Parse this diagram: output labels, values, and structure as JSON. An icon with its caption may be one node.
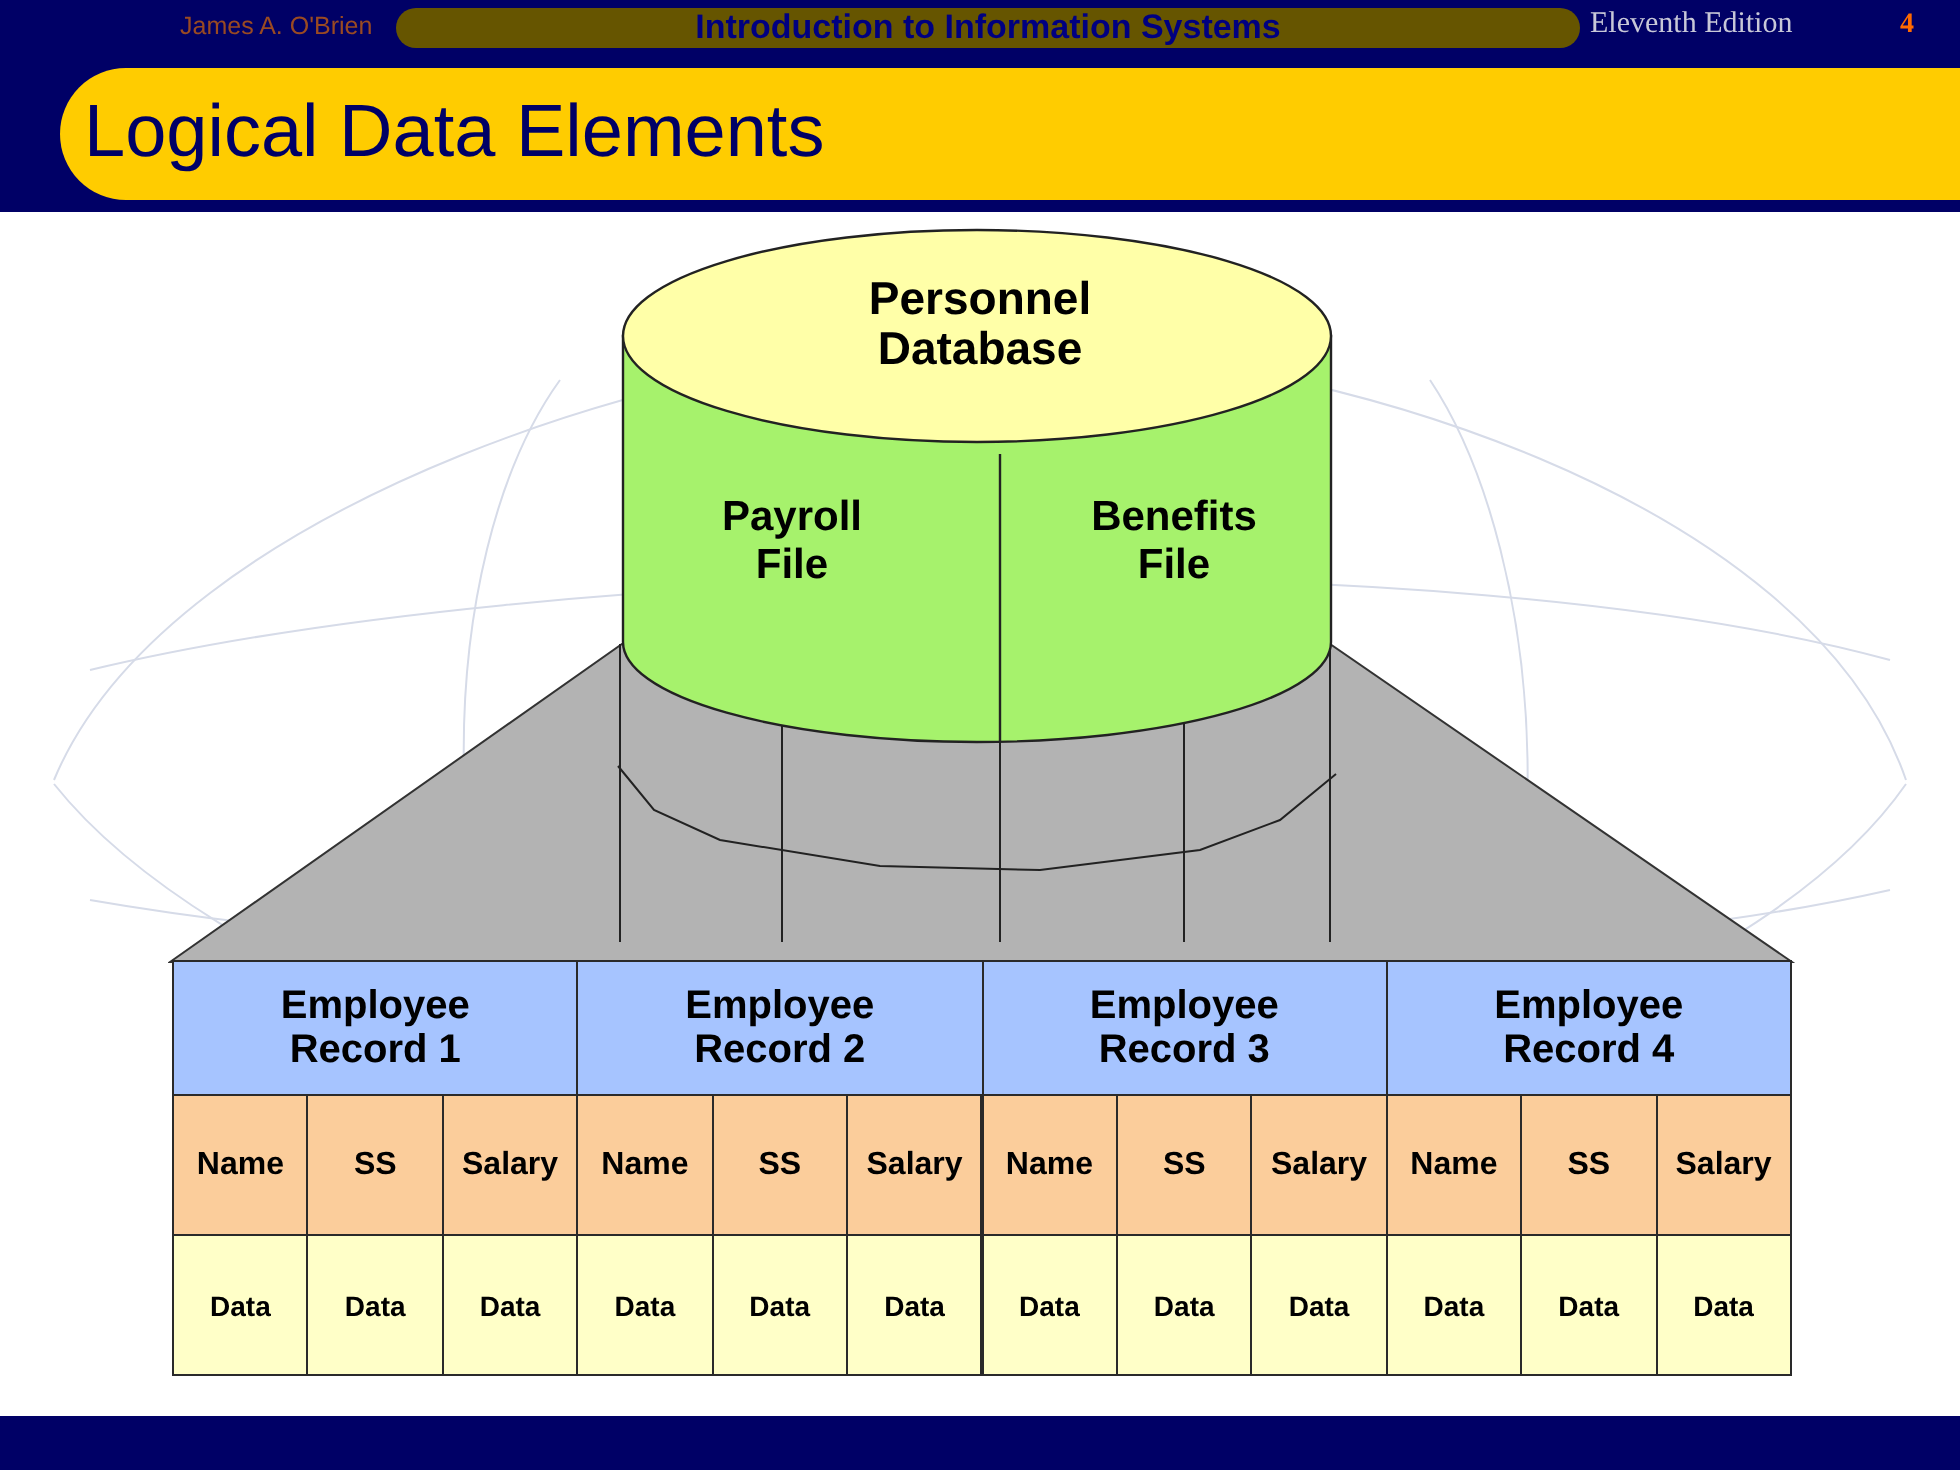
{
  "diagram": {
    "title": "Logical Data Elements",
    "nodes": [
      {
        "text": [
          "Personnel Database"
        ]
      },
      {
        "text": [
          "Payroll File"
        ],
        "in": 0
      },
      {
        "text": [
          "Benefits File"
        ],
        "in": 0
      },
      {
        "text": [
          "Employee Record 1"
        ]
      },
      {
        "text": [
          "Employee Record 2"
        ]
      },
      {
        "text": [
          "Employee Record 3"
        ]
      },
      {
        "text": [
          "Employee Record 4"
        ]
      },
      {
        "text": [
          "Name"
        ]
      },
      {
        "text": [
          "SS"
        ]
      },
      {
        "text": [
          "Salary"
        ]
      },
      {
        "text": [
          "Name"
        ]
      },
      {
        "text": [
          "SS"
        ]
      },
      {
        "text": [
          "Salary"
        ]
      },
      {
        "text": [
          "Name"
        ]
      },
      {
        "text": [
          "SS"
        ]
      },
      {
        "text": [
          "Salary"
        ]
      },
      {
        "text": [
          "Name"
        ]
      },
      {
        "text": [
          "SS"
        ]
      },
      {
        "text": [
          "Salary"
        ]
      },
      {
        "text": [
          "Data"
        ]
      },
      {
        "text": [
          "Data"
        ]
      },
      {
        "text": [
          "Data"
        ]
      },
      {
        "text": [
          "Data"
        ]
      },
      {
        "text": [
          "Data"
        ]
      },
      {
        "text": [
          "Data"
        ]
      },
      {
        "text": [
          "Data"
        ]
      },
      {
        "text": [
          "Data"
        ]
      },
      {
        "text": [
          "Data"
        ]
      },
      {
        "text": [
          "Data"
        ]
      },
      {
        "text": [
          "Data"
        ]
      },
      {
        "text": [
          "Data"
        ]
      }
    ],
    "labels": [
      "James A. O'Brien",
      "Introduction to Information Systems",
      "Eleventh Edition",
      "4"
    ]
  }
}
